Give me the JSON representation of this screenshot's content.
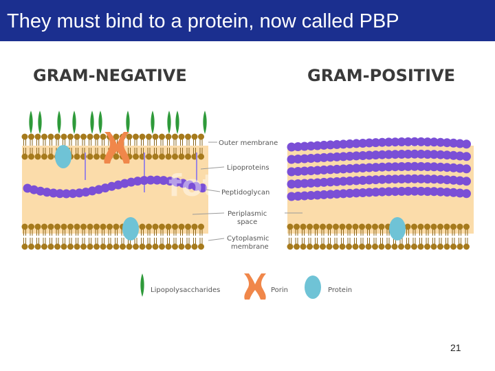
{
  "slide": {
    "title": "They must bind to a protein, now called PBP",
    "number": "21"
  },
  "diagram": {
    "left_header": "GRAM-NEGATIVE",
    "right_header": "GRAM-POSITIVE",
    "labels": {
      "outer_membrane": "Outer membrane",
      "lipoproteins": "Lipoproteins",
      "peptidoglycan": "Peptidoglycan",
      "periplasmic_line1": "Periplasmic",
      "periplasmic_line2": "space",
      "cytoplasmic_line1": "Cytoplasmic",
      "cytoplasmic_line2": "membrane"
    },
    "legend": {
      "lps": "Lipopolysaccharides",
      "porin": "Porin",
      "protein": "Protein"
    },
    "watermark": "fotolia",
    "colors": {
      "title_bg": "#1b2f8f",
      "space_fill": "#fbdcaa",
      "phospholipid_head": "#a67a1c",
      "peptidoglycan": "#7a4fd6",
      "protein": "#6fc3d6",
      "porin": "#f0874a",
      "lps": "#2e9a3a"
    }
  }
}
